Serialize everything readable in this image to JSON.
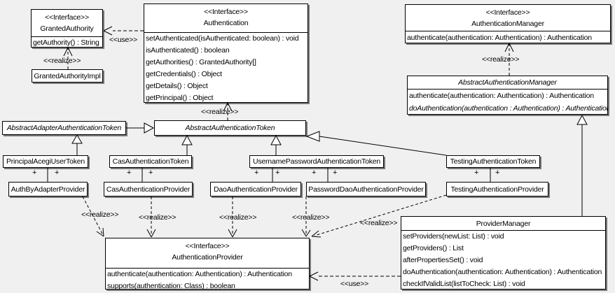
{
  "diagram": {
    "colors": {
      "background": "#f0f0f0",
      "box_fill": "#ffffff",
      "line": "#000000"
    },
    "labels": {
      "use": "<<use>>",
      "realize": "<<realize>>",
      "plus": "+"
    },
    "classes": {
      "granted_authority": {
        "stereotype": "<<Interface>>",
        "name": "GrantedAuthority",
        "methods": [
          "getAuthority() : String"
        ]
      },
      "granted_authority_impl": {
        "name": "GrantedAuthorityImpl"
      },
      "authentication": {
        "stereotype": "<<Interface>>",
        "name": "Authentication",
        "methods": [
          "setAuthenticated(isAuthenticated: boolean) : void",
          "isAuthenticated() : boolean",
          "getAuthorities() : GrantedAuthority[]",
          "getCredentials() : Object",
          "getDetails() : Object",
          "getPrincipal() : Object"
        ]
      },
      "authentication_manager": {
        "stereotype": "<<Interface>>",
        "name": "AuthenticationManager",
        "methods": [
          "authenticate(authentication: Authentication) : Authentication"
        ]
      },
      "abstract_authentication_manager": {
        "name": "AbstractAuthenticationManager",
        "methods": [
          "authenticate(authentication: Authentication) : Authentication",
          "doAuthentication(authentication : Authentication) : Authentication"
        ]
      },
      "abstract_adapter_authentication_token": {
        "name": "AbstractAdapterAuthenticationToken"
      },
      "abstract_authentication_token": {
        "name": "AbstractAuthenticationToken"
      },
      "principal_acegi_user_token": {
        "name": "PrincipalAcegiUserToken"
      },
      "cas_authentication_token": {
        "name": "CasAuthenticationToken"
      },
      "username_password_authentication_token": {
        "name": "UsernamePasswordAuthenticationToken"
      },
      "testing_authentication_token": {
        "name": "TestingAuthenticationToken"
      },
      "auth_by_adapter_provider": {
        "name": "AuthByAdapterProvider"
      },
      "cas_authentication_provider": {
        "name": "CasAuthenticationProvider"
      },
      "dao_authentication_provider": {
        "name": "DaoAuthenticationProvider"
      },
      "password_dao_authentication_provider": {
        "name": "PasswordDaoAuthenticationProvider"
      },
      "testing_authentication_provider": {
        "name": "TestingAuthenticationProvider"
      },
      "authentication_provider": {
        "stereotype": "<<Interface>>",
        "name": "AuthenticationProvider",
        "methods": [
          "authenticate(authentication: Authentication) : Authentication",
          "supports(authentication: Class) : boolean"
        ]
      },
      "provider_manager": {
        "name": "ProviderManager",
        "methods": [
          "setProviders(newList: List) : void",
          "getProviders() : List",
          "afterPropertiesSet() : void",
          "doAuthentication(authentication: Authentication) : Authentication",
          "checkIfValidList(listToCheck: List) : void"
        ]
      }
    }
  }
}
